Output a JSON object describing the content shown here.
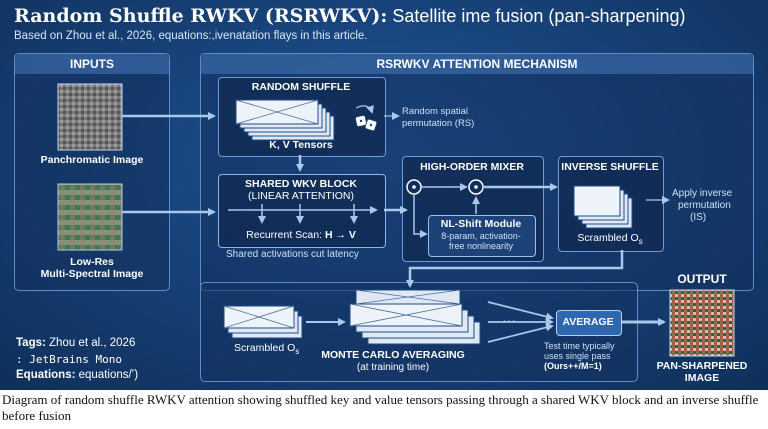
{
  "header": {
    "title_bold": "Random Shuffle RWKV (RSRWKV):",
    "title_rest": " Satellite ime fusion (pan-sharpening)",
    "subtitle": "Based on Zhou et al., 2026, equations:,ivenatation flays in this article."
  },
  "inputs": {
    "heading": "INPUTS",
    "pan_label": "Panchromatic Image",
    "ms_label_1": "Low-Res",
    "ms_label_2": "Multi-Spectral Image"
  },
  "mechanism": {
    "heading": "RSRWKV ATTENTION MECHANISM",
    "random_shuffle": {
      "heading": "RANDOM SHUFFLE",
      "tensors": "K, V Tensors",
      "note_1": "Random spatial",
      "note_2": "permutation (RS)"
    },
    "wkv_block": {
      "heading_1": "SHARED WKV BLOCK",
      "heading_2": "(LINEAR ATTENTION)",
      "scan_prefix": "Recurrent Scan: ",
      "scan_bold": "H → V",
      "note": "Shared activations cut latency"
    },
    "mixer": {
      "heading": "HIGH-ORDER MIXER",
      "module": "NL-Shift Module",
      "module_note_1": "8-param, activation-",
      "module_note_2": "free nonlinearity",
      "operator": "⊙"
    },
    "inverse_shuffle": {
      "heading": "INVERSE SHUFFLE",
      "scrambled": "Scrambled O",
      "subscript": "s",
      "note_1": "Apply inverse",
      "note_2": "permutation",
      "note_3": "(IS)"
    }
  },
  "monte_carlo": {
    "scrambled": "Scrambled O",
    "subscript": "s",
    "heading": "MONTE CARLO AVERAGING",
    "sub": "(at training time)",
    "dots": "···",
    "average": "AVERAGE",
    "note_1": "Test time typically",
    "note_2": "uses single pass",
    "note_3": "(Ours++/M=1)"
  },
  "output": {
    "heading": "OUTPUT",
    "label_1": "PAN-SHARPENED",
    "label_2": "IMAGE"
  },
  "tags": {
    "tags_label": "Tags:",
    "tags_value": " Zhou et al., 2026",
    "font_line": ": JetBrains Mono",
    "eq_label": "Equations:",
    "eq_value": " equations/ʼ)"
  },
  "caption": "Diagram of random shuffle RWKV attention showing shuffled key and value tensors passing through a shared WKV block and an inverse shuffle before fusion",
  "colors": {
    "background": "#163f74",
    "panel_border": "#5d8ccc",
    "arrow": "#a9c8ee",
    "tensor_fill": "#dfe8f3"
  },
  "icons": [
    "dice-icon",
    "hadamard-product-icon"
  ]
}
